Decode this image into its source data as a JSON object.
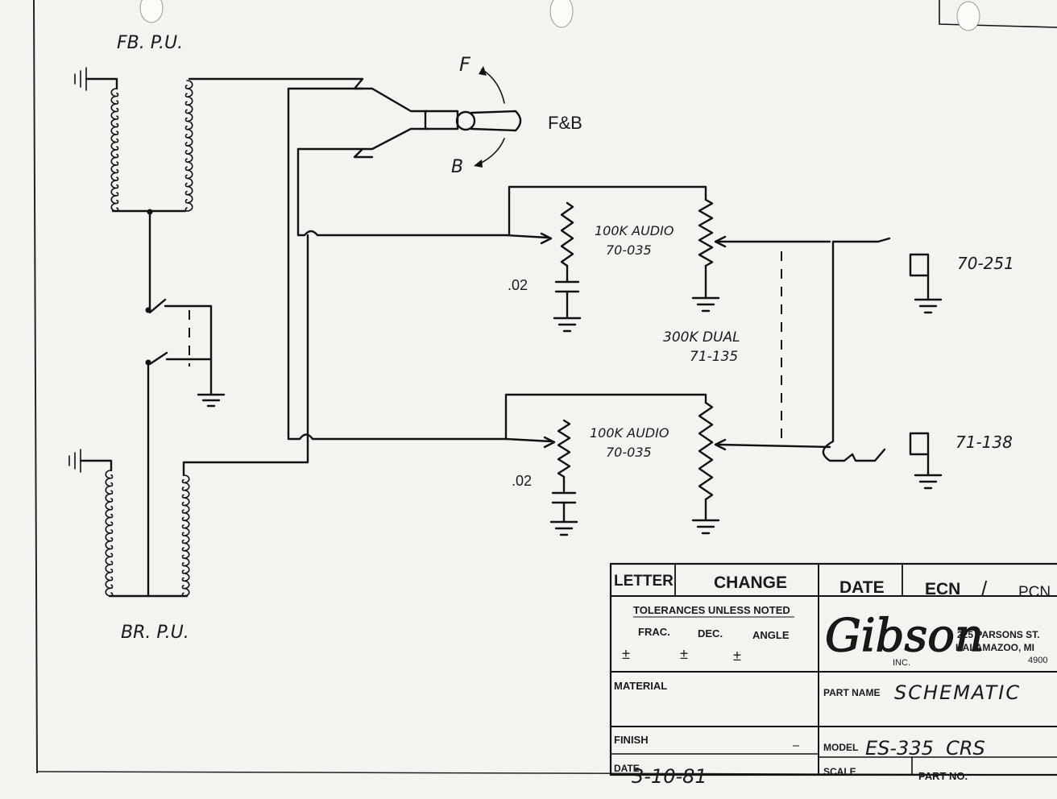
{
  "labels": {
    "front_pickup": "FB. P.U.",
    "bridge_pickup": "BR. P.U.",
    "switch_front": "F",
    "switch_back": "B",
    "switch_name": "F&B",
    "pot_top": "100K AUDIO",
    "pot_top_part": "70-035",
    "pot_bottom": "100K AUDIO",
    "pot_bottom_part": "70-035",
    "cap_top": ".02",
    "cap_bottom": ".02",
    "dual_pot": "300K DUAL",
    "dual_pot_part": "71-135",
    "jack_top_part": "70-251",
    "jack_bottom_part": "71-138"
  },
  "title_block": {
    "col_letter": "LETTER",
    "col_change": "CHANGE",
    "col_date": "DATE",
    "col_ecn": "ECN",
    "col_slash": "/",
    "col_pcn": "PCN",
    "tolerances": "TOLERANCES UNLESS NOTED",
    "frac": "FRAC.",
    "dec": "DEC.",
    "angle": "ANGLE",
    "pm1": "±",
    "pm2": "±",
    "pm3": "±",
    "logo": "Gibson",
    "logo_sub": "INC.",
    "address_1": "225 PARSONS ST.",
    "address_2": "KALAMAZOO, MI",
    "address_3": "4900",
    "material": "MATERIAL",
    "part_name_label": "PART NAME",
    "part_name_value": "SCHEMATIC",
    "finish": "FINISH",
    "model_label": "MODEL",
    "model_value": "ES-335  CRS",
    "date_label": "DATE",
    "date_value": "3-10-81",
    "scale": "SCALE",
    "part_no": "PART NO."
  }
}
